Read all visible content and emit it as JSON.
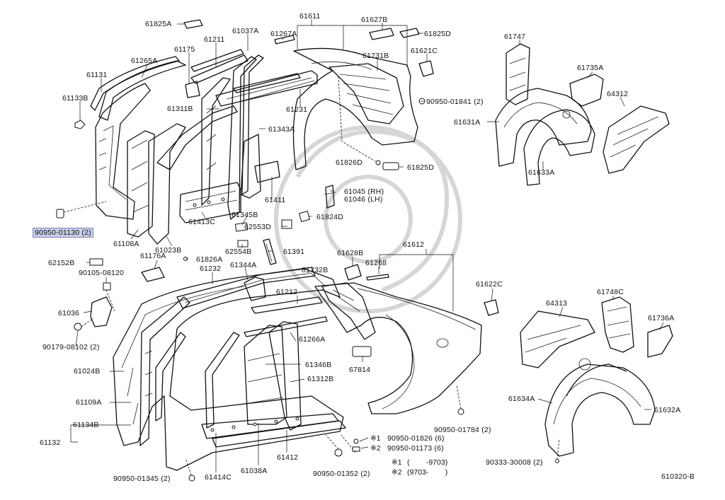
{
  "diagram": {
    "parts": {
      "p61825A": "61825A",
      "p61611": "61611",
      "p61627B": "61627B",
      "p61825D_top": "61825D",
      "p61211": "61211",
      "p61037A": "61037A",
      "p61267A": "61267A",
      "p61175": "61175",
      "p61265A": "61265A",
      "p61621C": "61621C",
      "p61747": "61747",
      "p61731B": "61731B",
      "p61131": "61131",
      "p61735A": "61735A",
      "p61133B": "61133B",
      "p90950_01841": "90950-01841 (2)",
      "p64312": "64312",
      "p61311B": "61311B",
      "p61231": "61231",
      "p61631A": "61631A",
      "p61343A": "61343A",
      "p61633A": "61633A",
      "p61826D": "61826D",
      "p61825D_mid": "61825D",
      "p61045": "61045 (RH)",
      "p61046": "61046 (LH)",
      "p61411": "61411",
      "p61824D": "61824D",
      "p90950_01130": "90950-01130 (2)",
      "p61345B": "61345B",
      "p62553D": "62553D",
      "p61413C": "61413C",
      "p61108A": "61108A",
      "p61023B": "61023B",
      "p62554B": "62554B",
      "p61391": "61391",
      "p61612": "61612",
      "p62152B": "62152B",
      "p61176A": "61176A",
      "p61628B": "61628B",
      "p61268": "61268",
      "p61826A": "61826A",
      "p90105_08120": "90105-08120",
      "p61232": "61232",
      "p61344A": "61344A",
      "p61732B": "61732B",
      "p61622C": "61622C",
      "p61212": "61212",
      "p61748C": "61748C",
      "p64313": "64313",
      "p61036": "61036",
      "p61736A": "61736A",
      "p61266A": "61266A",
      "p90179_08102": "90179-08102 (2)",
      "p61346B": "61346B",
      "p67814": "67814",
      "p61024B": "61024B",
      "p61312B": "61312B",
      "p61109A": "61109A",
      "p61634A": "61634A",
      "p61632A": "61632A",
      "p90950_01784": "90950-01784 (2)",
      "p61134B": "61134B",
      "p61132": "61132",
      "p90950_01826": "90950-01826 (6)",
      "p90950_01173": "90950-01173 (6)",
      "p61412": "61412",
      "p61038A": "61038A",
      "p90333_30008": "90333-30008 (2)",
      "p90950_01345": "90950-01345 (2)",
      "p61414C": "61414C",
      "p90950_01352": "90950-01352 (2)",
      "p610320B": "610320-B"
    },
    "notes": {
      "m1_mark": "※1",
      "m2_mark": "※2",
      "legend1_mark": "※1",
      "legend1_text": "(        -9703)",
      "legend2_mark": "※2",
      "legend2_text": "(9703-        )"
    }
  }
}
